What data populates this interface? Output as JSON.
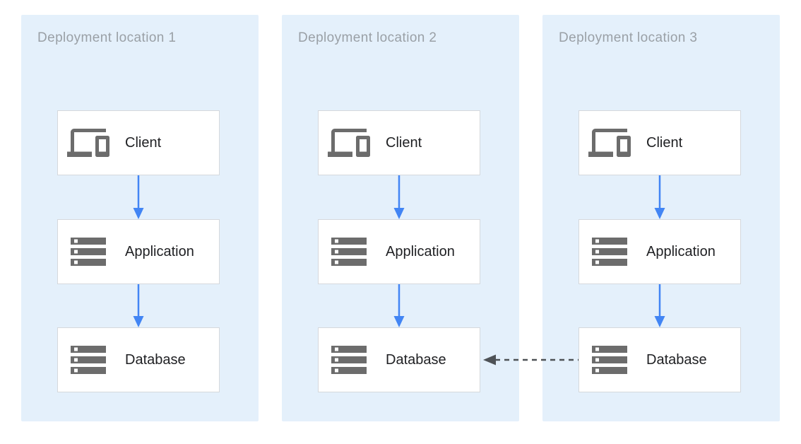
{
  "diagram": {
    "panels": [
      {
        "title": "Deployment location 1",
        "nodes": [
          {
            "label": "Client",
            "icon": "devices-icon"
          },
          {
            "label": "Application",
            "icon": "server-stack-icon"
          },
          {
            "label": "Database",
            "icon": "server-stack-icon"
          }
        ]
      },
      {
        "title": "Deployment location 2",
        "nodes": [
          {
            "label": "Client",
            "icon": "devices-icon"
          },
          {
            "label": "Application",
            "icon": "server-stack-icon"
          },
          {
            "label": "Database",
            "icon": "server-stack-icon"
          }
        ]
      },
      {
        "title": "Deployment location 3",
        "nodes": [
          {
            "label": "Client",
            "icon": "devices-icon"
          },
          {
            "label": "Application",
            "icon": "server-stack-icon"
          },
          {
            "label": "Database",
            "icon": "server-stack-icon"
          }
        ]
      }
    ],
    "arrows": {
      "within_panels": "Client -> Application -> Database (solid blue, downward)",
      "cross_panel": {
        "style": "dashed",
        "from": "Database (Deployment location 3)",
        "to": "Database (Deployment location 2)"
      }
    },
    "colors": {
      "panel_background": "#E4F0FB",
      "arrow_blue": "#4285F4",
      "dashed_arrow_gray": "#4E5256",
      "icon_gray": "#6C6C6C",
      "title_gray": "#9AA0A6",
      "node_border": "#D5D8DC",
      "node_background": "#FFFFFF",
      "label_text": "#202124"
    }
  }
}
